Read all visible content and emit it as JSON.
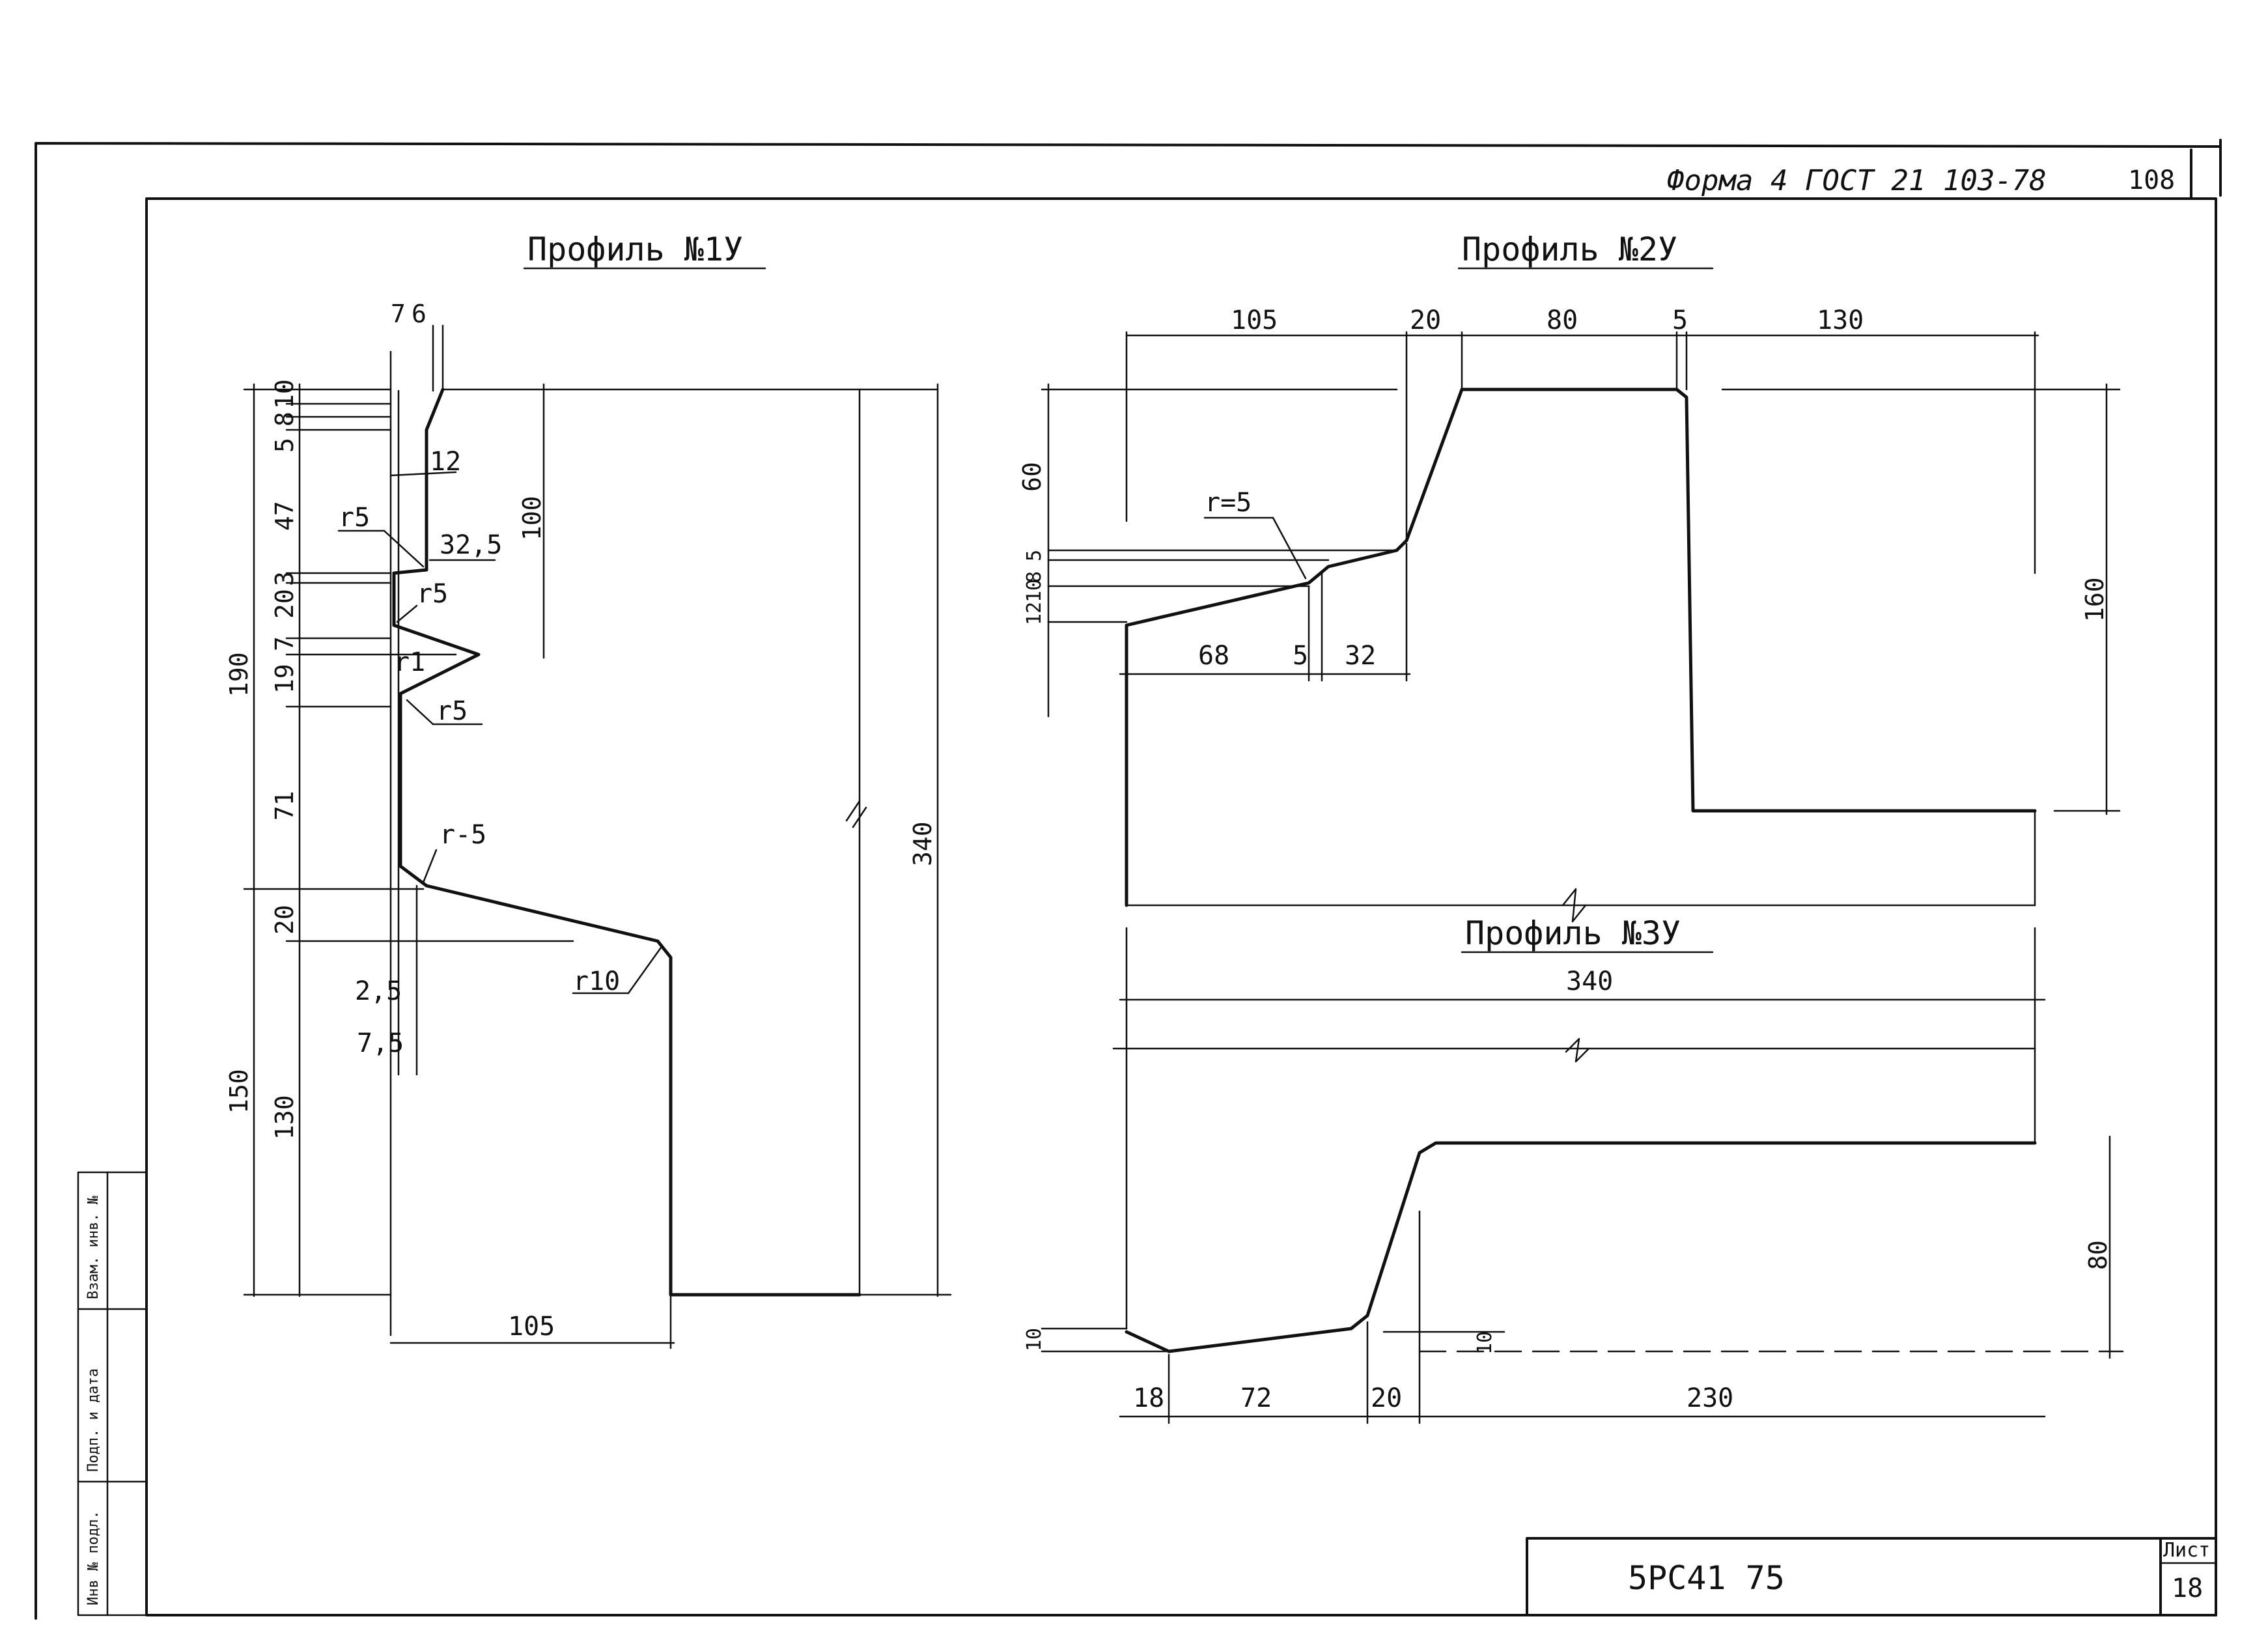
{
  "header": {
    "form_note": "Форма 4 ГОСТ 21 103-78",
    "page_number": "108"
  },
  "profile1": {
    "title": "Профиль №1У",
    "dims_top": [
      "7",
      "6"
    ],
    "dims_left": [
      "10",
      "8",
      "5",
      "47",
      "3",
      "20",
      "7",
      "19",
      "71",
      "20",
      "150"
    ],
    "dim_130": "130",
    "dim_190": "190",
    "dim_100": "100",
    "dim_340": "340",
    "dim_105": "105",
    "dim_12": "12",
    "dim_32_5": "32,5",
    "dim_2_5": "2,5",
    "dim_7_5": "7,5",
    "radius_labels": [
      "r5",
      "r5",
      "r1",
      "r5",
      "r-5",
      "r10"
    ]
  },
  "profile2": {
    "title": "Профиль №2У",
    "dims_top": [
      "105",
      "20",
      "80",
      "5",
      "130"
    ],
    "dims_left": [
      "60",
      "5",
      "8",
      "10",
      "12"
    ],
    "dims_bottom": [
      "68",
      "5",
      "32"
    ],
    "dim_160": "160",
    "radius_label": "r=5"
  },
  "profile3": {
    "title": "Профиль №3У",
    "dim_340": "340",
    "dim_80": "80",
    "dims_left": [
      "10"
    ],
    "dims_right": [
      "10"
    ],
    "dims_bottom": [
      "18",
      "72",
      "20",
      "230"
    ]
  },
  "title_block": {
    "code": "5РС41 75",
    "sheet_label": "Лист",
    "sheet_number": "18"
  },
  "side_stamp": {
    "cells": [
      "Инв № подл.",
      "Подп. и дата",
      "Взам. инв. №"
    ]
  }
}
